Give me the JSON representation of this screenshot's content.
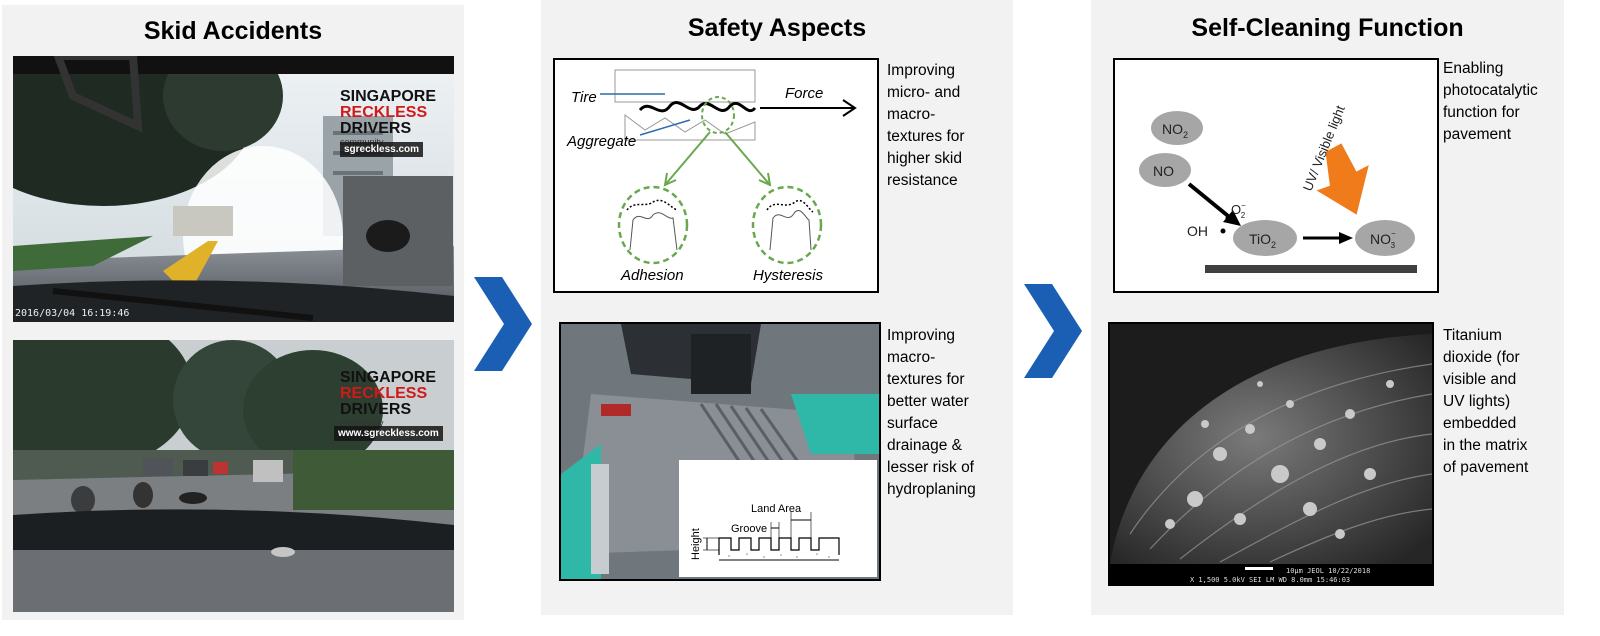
{
  "panels": {
    "skid": {
      "title": "Skid Accidents",
      "photo1": {
        "watermark": [
          "SINGAPORE",
          "RECKLESS",
          "DRIVERS",
          "community"
        ],
        "url": "sgreckless.com",
        "timestamp": "2016/03/04 16:19:46"
      },
      "photo2": {
        "watermark": [
          "SINGAPORE",
          "RECKLESS",
          "DRIVERS",
          "community"
        ],
        "url": "www.sgreckless.com"
      }
    },
    "safety": {
      "title": "Safety Aspects",
      "diagram1": {
        "labels": {
          "tire": "Tire",
          "force": "Force",
          "aggregate": "Aggregate",
          "adhesion": "Adhesion",
          "hysteresis": "Hysteresis"
        },
        "caption": [
          "Improving",
          "micro- and",
          "macro-",
          "textures for",
          "higher skid",
          "resistance"
        ]
      },
      "diagram2": {
        "labels": {
          "land_area": "Land Area",
          "groove": "Groove",
          "height": "Height"
        },
        "caption": [
          "Improving",
          "macro-",
          "textures for",
          "better water",
          "surface",
          "drainage &",
          "lesser risk of",
          "hydroplaning"
        ]
      }
    },
    "self_cleaning": {
      "title": "Self-Cleaning Function",
      "diagram1": {
        "labels": {
          "no2": "NO",
          "no2_sub": "2",
          "no": "NO",
          "o2": "O",
          "o2_sup": "−",
          "o2_sub": "2",
          "oh": "OH",
          "tio2": "TiO",
          "tio2_sub": "2",
          "no3": "NO",
          "no3_sup": "−",
          "no3_sub": "3",
          "light": "UV/ Visible light"
        },
        "caption": [
          "Enabling",
          "photocatalytic",
          "function for",
          "pavement"
        ]
      },
      "sem": {
        "info_line1": "10µm   JEOL       10/22/2018",
        "info_line2": "X 1,500    5.0kV  SEI     LM      WD 8.0mm  15:46:03",
        "caption": [
          "Titanium",
          "dioxide (for",
          "visible and",
          "UV lights)",
          "embedded",
          "in the matrix",
          "of pavement"
        ]
      }
    }
  },
  "colors": {
    "panel_bg": "#f2f2f2",
    "chevron": "#1a5fb4",
    "arrow_orange": "#f07b1a",
    "dashed_green": "#6aa84f",
    "molecule_gray": "#a6a6a6"
  },
  "icons": [
    "chevron-right-icon",
    "chevron-right-icon"
  ]
}
